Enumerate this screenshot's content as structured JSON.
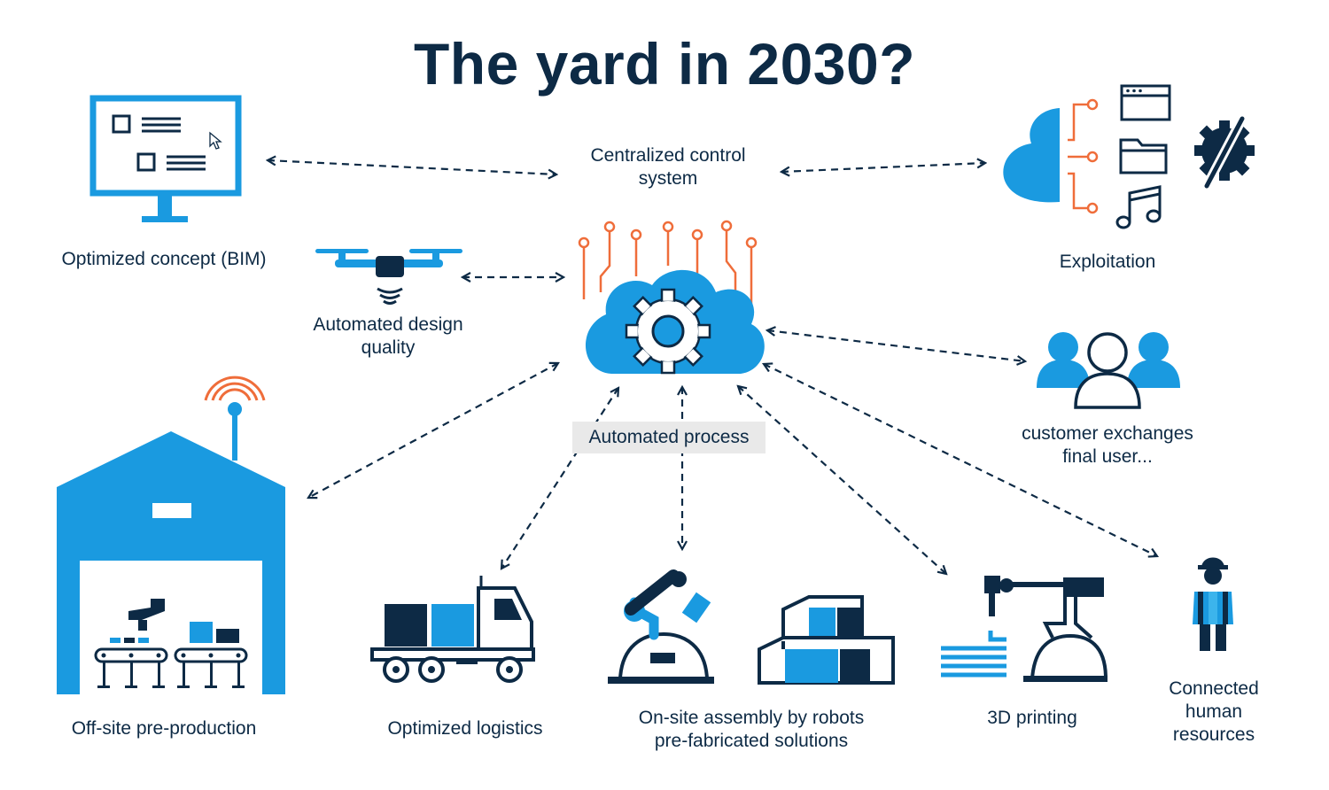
{
  "title": "The yard in 2030?",
  "colors": {
    "primary_blue": "#1a9ae0",
    "navy": "#0d2a45",
    "accent_orange": "#ef6d3a",
    "light_blue": "#3cb4ec"
  },
  "center": {
    "label": "Automated process",
    "icon": "cloud-gear-icon"
  },
  "nodes": {
    "bim": {
      "label": "Optimized concept (BIM)",
      "icon": "monitor-icon"
    },
    "control": {
      "line1": "Centralized control",
      "line2": "system"
    },
    "exploitation": {
      "label": "Exploitation",
      "icon": "cloud-network-icon"
    },
    "drone": {
      "line1": "Automated design",
      "line2": "quality",
      "icon": "drone-icon"
    },
    "customer": {
      "line1": "customer exchanges",
      "line2": "final user...",
      "icon": "users-icon"
    },
    "offsite": {
      "label": "Off-site pre-production",
      "icon": "factory-icon"
    },
    "logistics": {
      "label": "Optimized logistics",
      "icon": "truck-icon"
    },
    "assembly": {
      "line1": "On-site assembly by robots",
      "line2": "pre-fabricated solutions",
      "icon": "robot-arm-icon"
    },
    "printing": {
      "label": "3D printing",
      "icon": "3d-printer-icon"
    },
    "hr": {
      "line1": "Connected",
      "line2": "human",
      "line3": "resources",
      "icon": "worker-icon"
    }
  }
}
